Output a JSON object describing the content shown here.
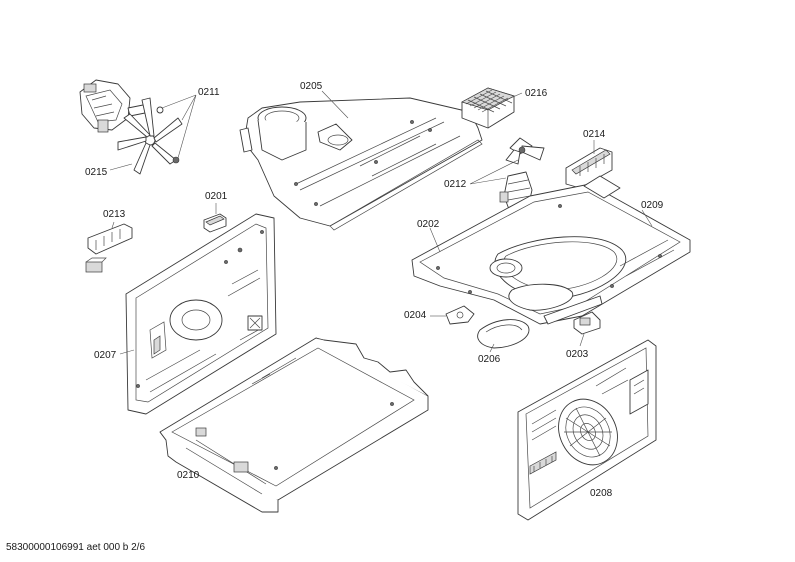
{
  "labels": {
    "p0205": "0205",
    "p0211": "0211",
    "p0216": "0216",
    "p0215": "0215",
    "p0214": "0214",
    "p0212": "0212",
    "p0201": "0201",
    "p0209": "0209",
    "p0213": "0213",
    "p0202": "0202",
    "p0204": "0204",
    "p0207": "0207",
    "p0206": "0206",
    "p0203": "0203",
    "p0210": "0210",
    "p0208": "0208"
  },
  "footer": "58300000106991 aet 000 b 2/6"
}
